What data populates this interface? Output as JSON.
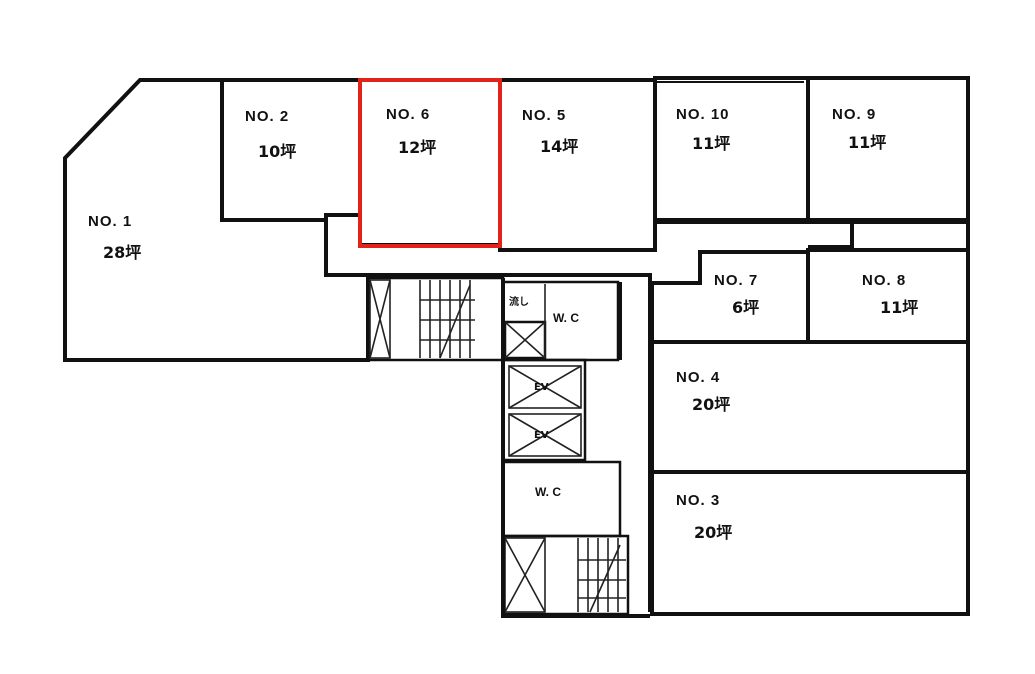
{
  "highlight_color": "#e2231a",
  "rooms": {
    "no1": {
      "name": "NO. 1",
      "area": "28坪"
    },
    "no2": {
      "name": "NO. 2",
      "area": "10坪"
    },
    "no6": {
      "name": "NO. 6",
      "area": "12坪"
    },
    "no5": {
      "name": "NO. 5",
      "area": "14坪"
    },
    "no10": {
      "name": "NO. 10",
      "area": "11坪"
    },
    "no9": {
      "name": "NO. 9",
      "area": "11坪"
    },
    "no7": {
      "name": "NO. 7",
      "area": "6坪"
    },
    "no8": {
      "name": "NO. 8",
      "area": "11坪"
    },
    "no4": {
      "name": "NO. 4",
      "area": "20坪"
    },
    "no3": {
      "name": "NO. 3",
      "area": "20坪"
    }
  },
  "facilities": {
    "wc_upper": "W. C",
    "wc_lower": "W. C",
    "ev1": "EV",
    "ev2": "EV",
    "sink": "流し"
  }
}
